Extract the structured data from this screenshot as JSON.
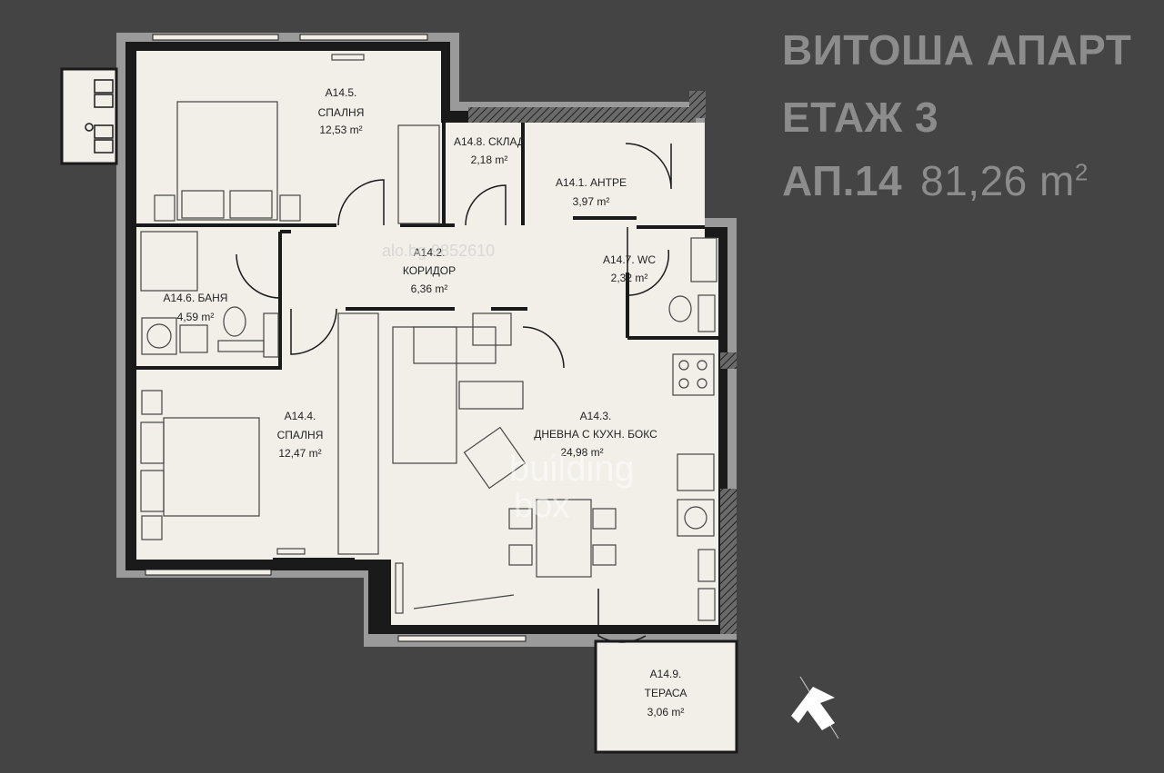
{
  "header": {
    "project": "ВИТОША АПАРТ",
    "floor": "ЕТАЖ 3",
    "apartment": "АП.14",
    "area": "81,26 m",
    "area_sup": "2"
  },
  "rooms": [
    {
      "id": "A14.5.",
      "name": "СПАЛНЯ",
      "area": "12,53 m²"
    },
    {
      "id": "A14.8. СКЛАД",
      "name": "",
      "area": "2,18 m²"
    },
    {
      "id": "A14.1. АНТРЕ",
      "name": "",
      "area": "3,97 m²"
    },
    {
      "id": "A14.2.",
      "name": "КОРИДОР",
      "area": "6,36 m²"
    },
    {
      "id": "A14.7. WC",
      "name": "",
      "area": "2,32 m²"
    },
    {
      "id": "A14.6. БАНЯ",
      "name": "",
      "area": "4,59 m²"
    },
    {
      "id": "A14.4.",
      "name": "СПАЛНЯ",
      "area": "12,47 m²"
    },
    {
      "id": "A14.3.",
      "name": "ДНЕВНА С КУХН. БОКС",
      "area": "24,98 m²"
    },
    {
      "id": "A14.9.",
      "name": "ТЕРАСА",
      "area": "3,06 m²"
    }
  ],
  "watermark": {
    "phone": "alo.bg 9852610",
    "brand_top": "building",
    "brand_bottom": "box"
  },
  "icons": {
    "north": "north-arrow-icon"
  },
  "colors": {
    "background": "#444444",
    "floor": "#f2efe8",
    "wall": "#9a9a9a",
    "title": "#8c8c8c"
  }
}
